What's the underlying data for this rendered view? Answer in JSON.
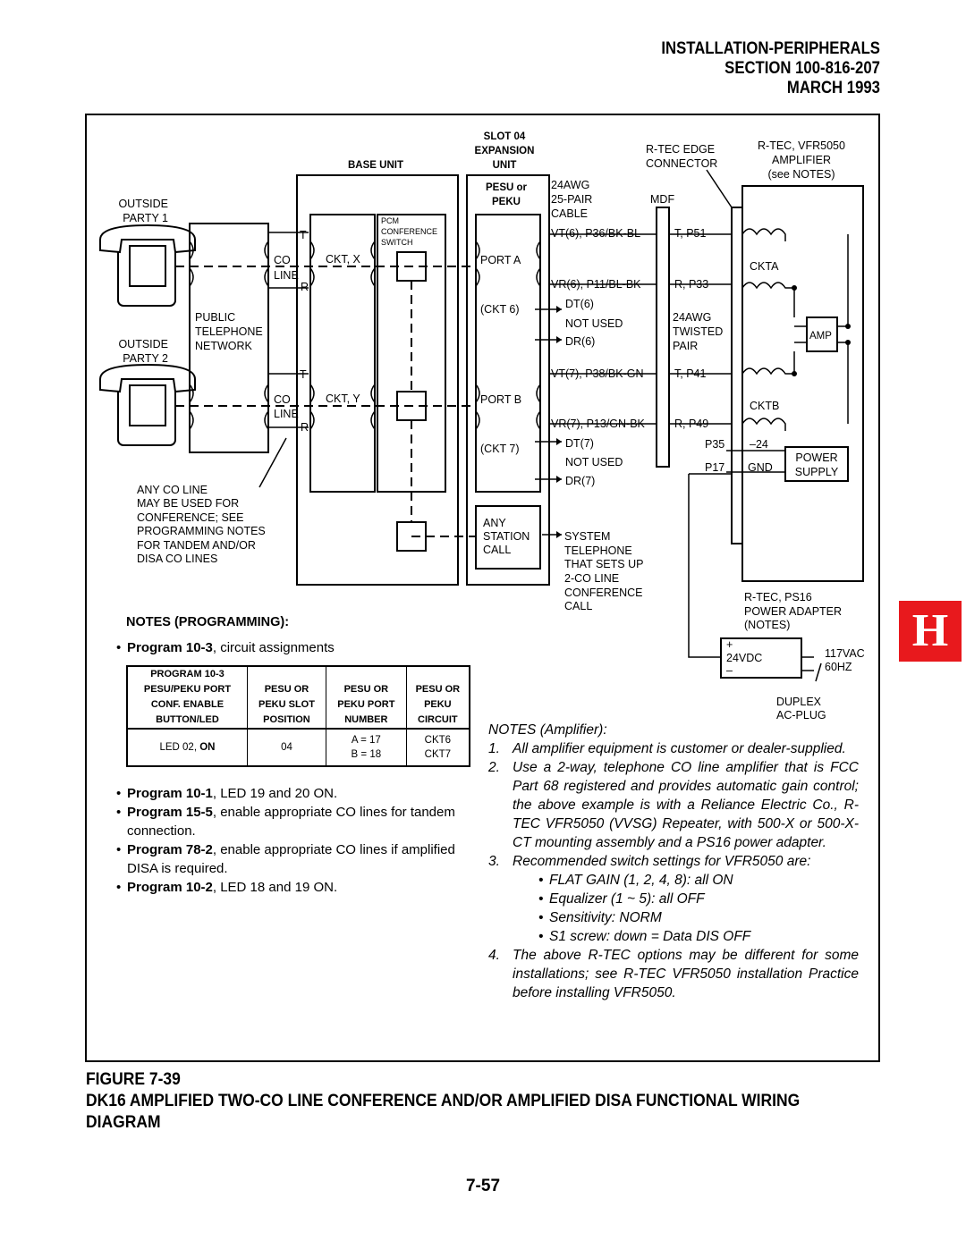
{
  "header": {
    "line1": "INSTALLATION-PERIPHERALS",
    "line2": "SECTION 100-816-207",
    "line3": "MARCH 1993"
  },
  "diagram": {
    "slot_title": "SLOT 04",
    "slot_exp": "EXPANSION",
    "slot_unit": "UNIT",
    "base_unit": "BASE UNIT",
    "pesu_or": "PESU or",
    "peku": "PEKU",
    "outside1a": "OUTSIDE",
    "outside1b": "PARTY 1",
    "outside2a": "OUTSIDE",
    "outside2b": "PARTY 2",
    "public": "PUBLIC",
    "telephone": "TELEPHONE",
    "network": "NETWORK",
    "co": "CO",
    "line": "LINE",
    "t": "T",
    "r": "R",
    "cktx": "CKT, X",
    "ckty": "CKT, Y",
    "pcm1": "PCM",
    "pcm2": "CONFERENCE",
    "pcm3": "SWITCH",
    "porta": "PORT A",
    "portb": "PORT B",
    "ckt6": "(CKT 6)",
    "ckt7": "(CKT 7)",
    "any": "ANY",
    "station": "STATION",
    "call": "CALL",
    "awg1": "24AWG",
    "awg2": "25-PAIR",
    "awg3": "CABLE",
    "mdf": "MDF",
    "vt6": "VT(6), P36/BK-BL",
    "vr6": "VR(6), P11/BL-BK",
    "dt6": "DT(6)",
    "notused1": "NOT USED",
    "dr6": "DR(6)",
    "vt7": "VT(7), P38/BK-GN",
    "vr7": "VR(7), P13/GN-BK",
    "dt7": "DT(7)",
    "notused2": "NOT USED",
    "dr7": "DR(7)",
    "tp51": "T, P51",
    "rp33": "R, P33",
    "tp41": "T, P41",
    "rp49": "R, P49",
    "tw1": "24AWG",
    "tw2": "TWISTED",
    "tw3": "PAIR",
    "p35": "P35",
    "p17": "P17",
    "m24": "–24",
    "gnd": "GND",
    "rtec1": "R-TEC EDGE",
    "rtec2": "CONNECTOR",
    "vfr1": "R-TEC, VFR5050",
    "vfr2": "AMPLIFIER",
    "vfr3": "(see NOTES)",
    "ckta": "CKTA",
    "cktb": "CKTB",
    "amp": "AMP",
    "pw1": "POWER",
    "pw2": "SUPPLY",
    "sys1": "SYSTEM",
    "sys2": "TELEPHONE",
    "sys3": "THAT SETS UP",
    "sys4": "2-CO LINE",
    "sys5": "CONFERENCE",
    "sys6": "CALL",
    "any1": "ANY CO LINE",
    "any2": "MAY BE USED FOR",
    "any3": "CONFERENCE; SEE",
    "any4": "PROGRAMMING NOTES",
    "any5": "FOR TANDEM AND/OR",
    "any6": "DISA CO LINES",
    "ps1": "R-TEC, PS16",
    "ps2": "POWER ADAPTER",
    "ps3": "(NOTES)",
    "plus": "+",
    "vdc": "24VDC",
    "minus": "–",
    "vac": "117VAC",
    "hz": "60HZ",
    "dup1": "DUPLEX",
    "dup2": "AC-PLUG"
  },
  "notes_programming": {
    "title": "NOTES (PROGRAMMING):",
    "first": {
      "prog": "Program 10-3",
      "rest": ", circuit assignments"
    },
    "table": {
      "headers": [
        [
          "PROGRAM 10-3",
          "PESU/PEKU PORT",
          "CONF. ENABLE",
          "BUTTON/LED"
        ],
        [
          "",
          "PESU OR",
          "PEKU SLOT",
          "POSITION"
        ],
        [
          "",
          "PESU OR",
          "PEKU PORT",
          "NUMBER"
        ],
        [
          "",
          "PESU OR",
          "PEKU",
          "CIRCUIT"
        ]
      ],
      "led_pre": "LED 02, ",
      "led_on": "ON",
      "slot": "04",
      "portA": "A = 17",
      "portB": "B = 18",
      "ckt6": "CKT6",
      "ckt7": "CKT7"
    },
    "items": [
      {
        "prog": "Program 10-1",
        "rest": ", LED 19 and 20 ON."
      },
      {
        "prog": "Program 15-5",
        "rest": ", enable appropriate CO lines for tandem connection."
      },
      {
        "prog": "Program 78-2",
        "rest": ", enable appropriate CO lines if amplified DISA is required."
      },
      {
        "prog": "Program 10-2",
        "rest": ", LED 18 and 19 ON."
      }
    ]
  },
  "notes_amplifier": {
    "title": "NOTES (Amplifier):",
    "n1": "All amplifier equipment is customer or dealer-supplied.",
    "n2": "Use a 2-way, telephone CO line amplifier that is FCC Part 68 registered and provides automatic gain control; the above example is with a Reliance Electric Co., R-TEC VFR5050 (VVSG) Repeater, with 500-X or 500-X-CT mounting assembly and a PS16 power adapter.",
    "n3": "Recommended switch settings for VFR5050 are:",
    "subs": [
      "FLAT GAIN (1, 2, 4, 8): all ON",
      "Equalizer (1 ~ 5): all OFF",
      "Sensitivity: NORM",
      "S1 screw: down = Data DIS OFF"
    ],
    "n4": "The above R-TEC options may be different for some installations; see R-TEC VFR5050 installation Practice before installing VFR5050.",
    "k1": "1.",
    "k2": "2.",
    "k3": "3.",
    "k4": "4."
  },
  "figure": {
    "label": "FIGURE 7-39",
    "caption": "DK16 AMPLIFIED TWO-CO LINE CONFERENCE AND/OR AMPLIFIED DISA FUNCTIONAL WIRING DIAGRAM"
  },
  "page_number": "7-57",
  "side_tab": "H",
  "colors": {
    "tab": "#e8191d"
  }
}
